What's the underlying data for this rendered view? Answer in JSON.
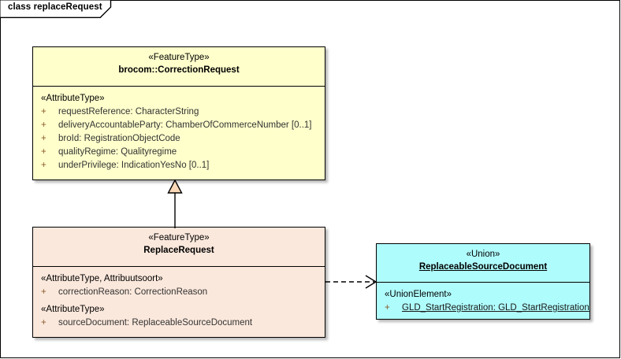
{
  "diagram": {
    "title": "class replaceRequest",
    "background": "#ffffff",
    "line_color": "#000000"
  },
  "classes": [
    {
      "id": "correction-request",
      "stereotype": "«FeatureType»",
      "name": "brocom::CorrectionRequest",
      "fill": "#ffffcc",
      "name_underlined": false,
      "compartments": [
        {
          "group_stereotype": "«AttributeType»",
          "attributes": [
            {
              "visibility": "+",
              "text": "requestReference: CharacterString",
              "underlined": false
            },
            {
              "visibility": "+",
              "text": "deliveryAccountableParty: ChamberOfCommerceNumber [0..1]",
              "underlined": false
            },
            {
              "visibility": "+",
              "text": "broId: RegistrationObjectCode",
              "underlined": false
            },
            {
              "visibility": "+",
              "text": "qualityRegime: Qualityregime",
              "underlined": false
            },
            {
              "visibility": "+",
              "text": "underPrivilege: IndicationYesNo [0..1]",
              "underlined": false
            }
          ]
        }
      ]
    },
    {
      "id": "replace-request",
      "stereotype": "«FeatureType»",
      "name": "ReplaceRequest",
      "fill": "#fbe8dc",
      "name_underlined": false,
      "compartments": [
        {
          "group_stereotype": "«AttributeType, Attribuutsoort»",
          "attributes": [
            {
              "visibility": "+",
              "text": "correctionReason: CorrectionReason",
              "underlined": false
            }
          ]
        },
        {
          "group_stereotype": "«AttributeType»",
          "attributes": [
            {
              "visibility": "+",
              "text": "sourceDocument: ReplaceableSourceDocument",
              "underlined": false
            }
          ]
        }
      ]
    },
    {
      "id": "replaceable-source-document",
      "stereotype": "«Union»",
      "name": "ReplaceableSourceDocument",
      "fill": "#affcfc",
      "name_underlined": true,
      "compartments": [
        {
          "group_stereotype": "«UnionElement»",
          "attributes": [
            {
              "visibility": "+",
              "text": "GLD_StartRegistration: GLD_StartRegistration",
              "underlined": true
            }
          ]
        }
      ]
    }
  ],
  "connectors": [
    {
      "id": "generalization",
      "type": "generalization",
      "from": "replace-request",
      "to": "correction-request",
      "style": "solid",
      "arrowhead": "hollow-triangle"
    },
    {
      "id": "dependency",
      "type": "dependency",
      "from": "replace-request",
      "to": "replaceable-source-document",
      "style": "dashed",
      "arrowhead": "open-arrow"
    }
  ]
}
